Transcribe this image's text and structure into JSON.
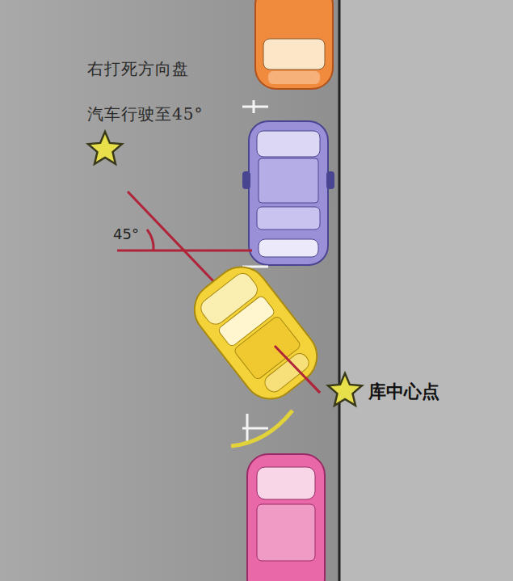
{
  "diagram": {
    "labels": [
      "右打死方向盘",
      "汽车行驶至45°",
      "45°",
      "库中心点"
    ]
  }
}
